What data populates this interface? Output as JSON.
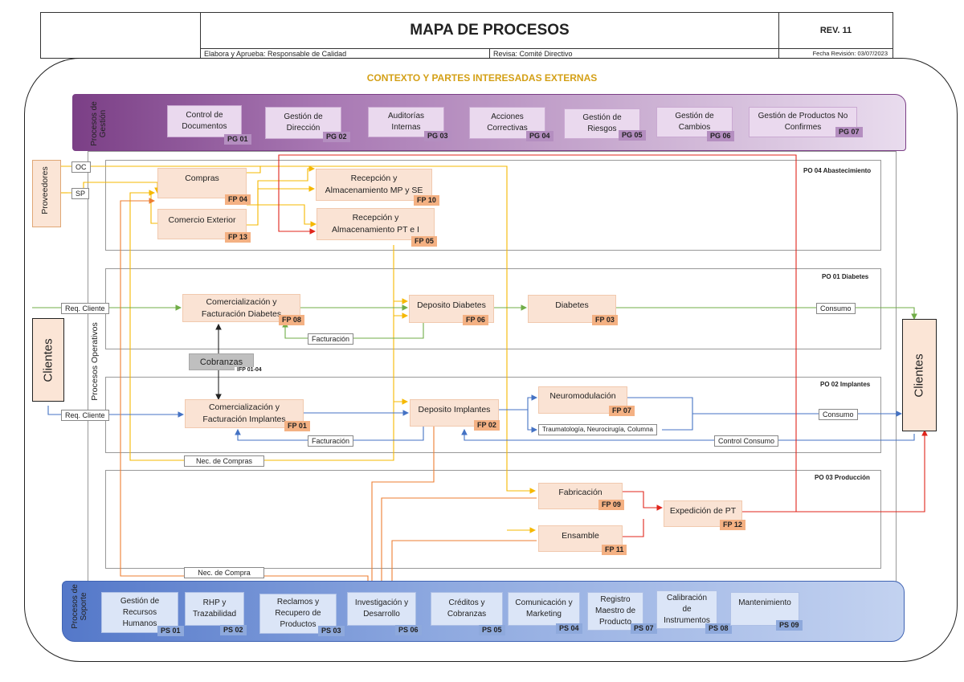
{
  "header": {
    "title": "MAPA DE PROCESOS",
    "rev": "REV. 11",
    "elabora": "Elabora y Aprueba: Responsable de Calidad",
    "revisa": "Revisa: Comité Directivo",
    "fecha": "Fecha Revisión: 03/07/2023"
  },
  "context_title": "CONTEXTO Y PARTES INTERESADAS EXTERNAS",
  "gestion": {
    "label_l1": "Procesos de",
    "label_l2": "Gestión",
    "items": [
      {
        "l1": "Control de",
        "l2": "Documentos",
        "code": "PG 01"
      },
      {
        "l1": "Gestión de",
        "l2": "Dirección",
        "code": "PG 02"
      },
      {
        "l1": "Auditorías",
        "l2": "Internas",
        "code": "PG 03"
      },
      {
        "l1": "Acciones",
        "l2": "Correctivas",
        "code": "PG 04"
      },
      {
        "l1": "Gestión de",
        "l2": "Riesgos",
        "code": "PG 05"
      },
      {
        "l1": "Gestión de",
        "l2": "Cambios",
        "code": "PG 06"
      },
      {
        "l1": "Gestión de Productos No",
        "l2": "Confirmes",
        "code": "PG 07"
      }
    ]
  },
  "operativos_label": "Procesos Operativos",
  "proveedores": "Proveedores",
  "clientes_left": "Clientes",
  "clientes_right": "Clientes",
  "po": {
    "abast": "PO 04 Abastecimiento",
    "diab": "PO 01   Diabetes",
    "impl": "PO 02 Implantes",
    "prod": "PO 03 Producción"
  },
  "boxes": {
    "compras": {
      "l1": "Compras",
      "code": "FP 04"
    },
    "comext": {
      "l1": "Comercio Exterior",
      "code": "FP 13"
    },
    "recmp": {
      "l1": "Recepción y",
      "l2": "Almacenamiento MP y SE",
      "code": "FP 10"
    },
    "recpt": {
      "l1": "Recepción y",
      "l2": "Almacenamiento PT e I",
      "code": "FP 05"
    },
    "comdiab": {
      "l1": "Comercialización y",
      "l2": "Facturación Diabetes",
      "code": "FP 08"
    },
    "depdiab": {
      "l1": "Deposito Diabetes",
      "code": "FP 06"
    },
    "diabetes": {
      "l1": "Diabetes",
      "code": "FP 03"
    },
    "cobranzas": {
      "l1": "Cobranzas",
      "code": "IFP 01-04"
    },
    "comimpl": {
      "l1": "Comercialización y",
      "l2": "Facturación Implantes",
      "code": "FP 01"
    },
    "depimpl": {
      "l1": "Deposito Implantes",
      "code": "FP 02"
    },
    "neuro": {
      "l1": "Neuromodulación",
      "code": "FP 07"
    },
    "fabric": {
      "l1": "Fabricación",
      "code": "FP 09"
    },
    "ensamble": {
      "l1": "Ensamble",
      "code": "FP 11"
    },
    "exped": {
      "l1": "Expedición de PT",
      "code": "FP 12"
    }
  },
  "tags": {
    "oc": "OC",
    "sp": "SP",
    "req1": "Req. Cliente",
    "req2": "Req. Cliente",
    "consumo1": "Consumo",
    "consumo2": "Consumo",
    "fact1": "Facturación",
    "fact2": "Facturación",
    "trauma": "Traumatología, Neurocirugía, Columna",
    "control": "Control Consumo",
    "nec1": "Nec. de Compras",
    "nec2": "Nec. de Compra"
  },
  "soporte": {
    "label_l1": "Procesos de",
    "label_l2": "Soporte",
    "items": [
      {
        "l1": "Gestión de",
        "l2": "Recursos",
        "l3": "Humanos",
        "code": "PS 01"
      },
      {
        "l1": "RHP y",
        "l2": "Trazabilidad",
        "l3": "",
        "code": "PS 02"
      },
      {
        "l1": "Reclamos y",
        "l2": "Recupero de",
        "l3": "Productos",
        "code": "PS 03"
      },
      {
        "l1": "Investigación y",
        "l2": "Desarrollo",
        "l3": "",
        "code": "PS 06"
      },
      {
        "l1": "Créditos y",
        "l2": "Cobranzas",
        "l3": "",
        "code": "PS 05"
      },
      {
        "l1": "Comunicación y",
        "l2": "Marketing",
        "l3": "",
        "code": "PS 04"
      },
      {
        "l1": "Registro",
        "l2": "Maestro de",
        "l3": "Producto",
        "code": "PS 07"
      },
      {
        "l1": "Calibración",
        "l2": "de",
        "l3": "Instrumentos",
        "code": "PS 08"
      },
      {
        "l1": "Mantenimiento",
        "l2": "",
        "l3": "",
        "code": "PS 09"
      }
    ]
  },
  "colors": {
    "yellow": "#f5b800",
    "green": "#70ad47",
    "blue": "#4472c4",
    "red": "#e0251b",
    "orange": "#ed7d31"
  }
}
